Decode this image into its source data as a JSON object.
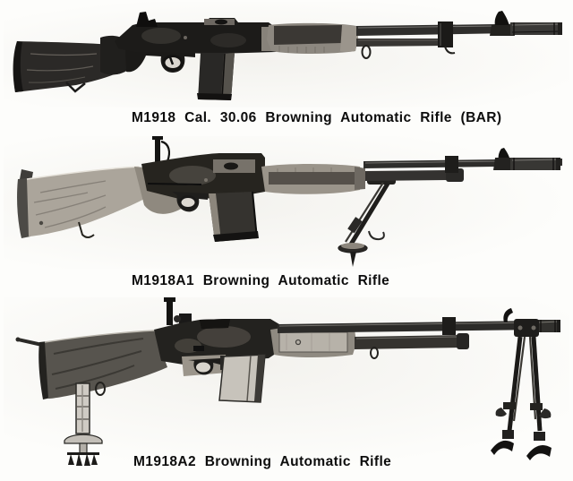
{
  "page": {
    "background": "#fdfdfb",
    "ink_color": "#0d0d0d",
    "description": "Scanned photo page with three rifle photographs and captions"
  },
  "figures": [
    {
      "name": "m1918",
      "caption": "M1918 Cal. 30.06 Browning Automatic Rifle (BAR)"
    },
    {
      "name": "m1918a1",
      "caption": "M1918A1 Browning Automatic Rifle"
    },
    {
      "name": "m1918a2",
      "caption": "M1918A2 Browning Automatic Rifle"
    }
  ]
}
